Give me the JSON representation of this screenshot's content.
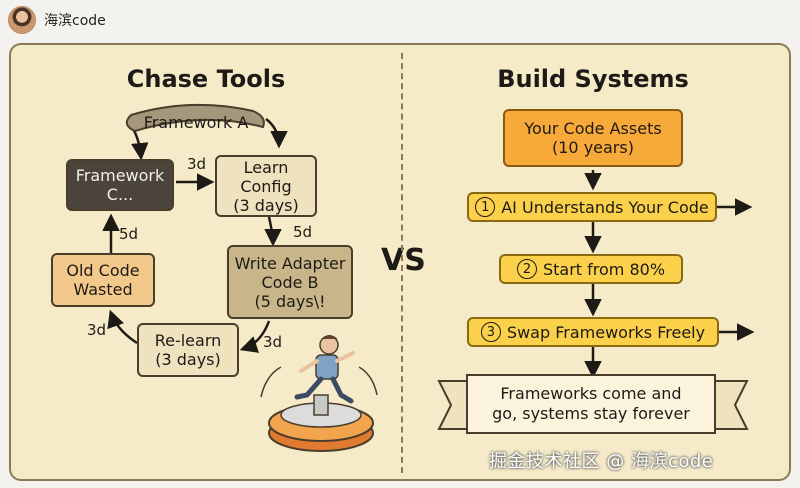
{
  "header": {
    "author": "海滨code"
  },
  "left": {
    "title": "Chase Tools",
    "nodes": {
      "framework_a": "Framework A",
      "learn_config": "Learn\nConfig\n(3 days)",
      "write_adapter": "Write Adapter\nCode B\n(5 days\\!",
      "relearn": "Re-learn\n(3 days)",
      "old_code": "Old Code\nWasted",
      "framework_c": "Framework\nC..."
    },
    "edge_labels": {
      "c_to_learn": "3d",
      "learn_to_adapter": "5d",
      "adapter_to_relearn": "3d",
      "relearn_to_old": "3d",
      "old_to_c": "5d"
    }
  },
  "vs_label": "VS",
  "right": {
    "title": "Build Systems",
    "assets": "Your Code Assets\n(10 years)",
    "steps": [
      {
        "num": "1",
        "label": "AI Understands Your Code"
      },
      {
        "num": "2",
        "label": "Start from 80%"
      },
      {
        "num": "3",
        "label": "Swap Frameworks Freely"
      }
    ],
    "banner": "Frameworks come and\ngo, systems stay forever"
  },
  "watermark": "掘金技术社区 @ 海滨code",
  "colors": {
    "background": "#f6ebc9",
    "yellow_step": "#fbd14b",
    "orange_box": "#f7a93a",
    "framework_a": "#a4977b",
    "framework_c": "#4b443a",
    "old_code": "#f3c98b",
    "adapter": "#c8b68a"
  }
}
